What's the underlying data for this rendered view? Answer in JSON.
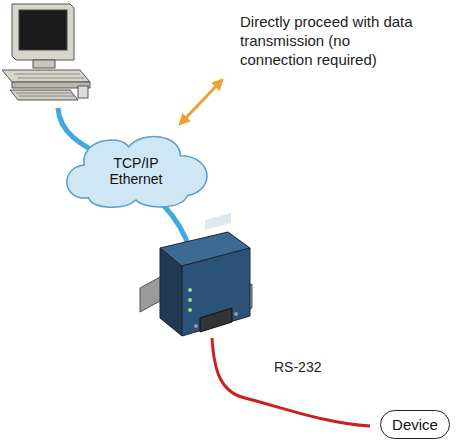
{
  "diagram": {
    "nodes": [
      {
        "text": [
          "TCP/IP Ethernet"
        ]
      },
      {
        "text": [
          "Device"
        ]
      }
    ],
    "labels": [
      "Directly proceed with data transmission (no connection required)",
      "RS-232"
    ]
  }
}
